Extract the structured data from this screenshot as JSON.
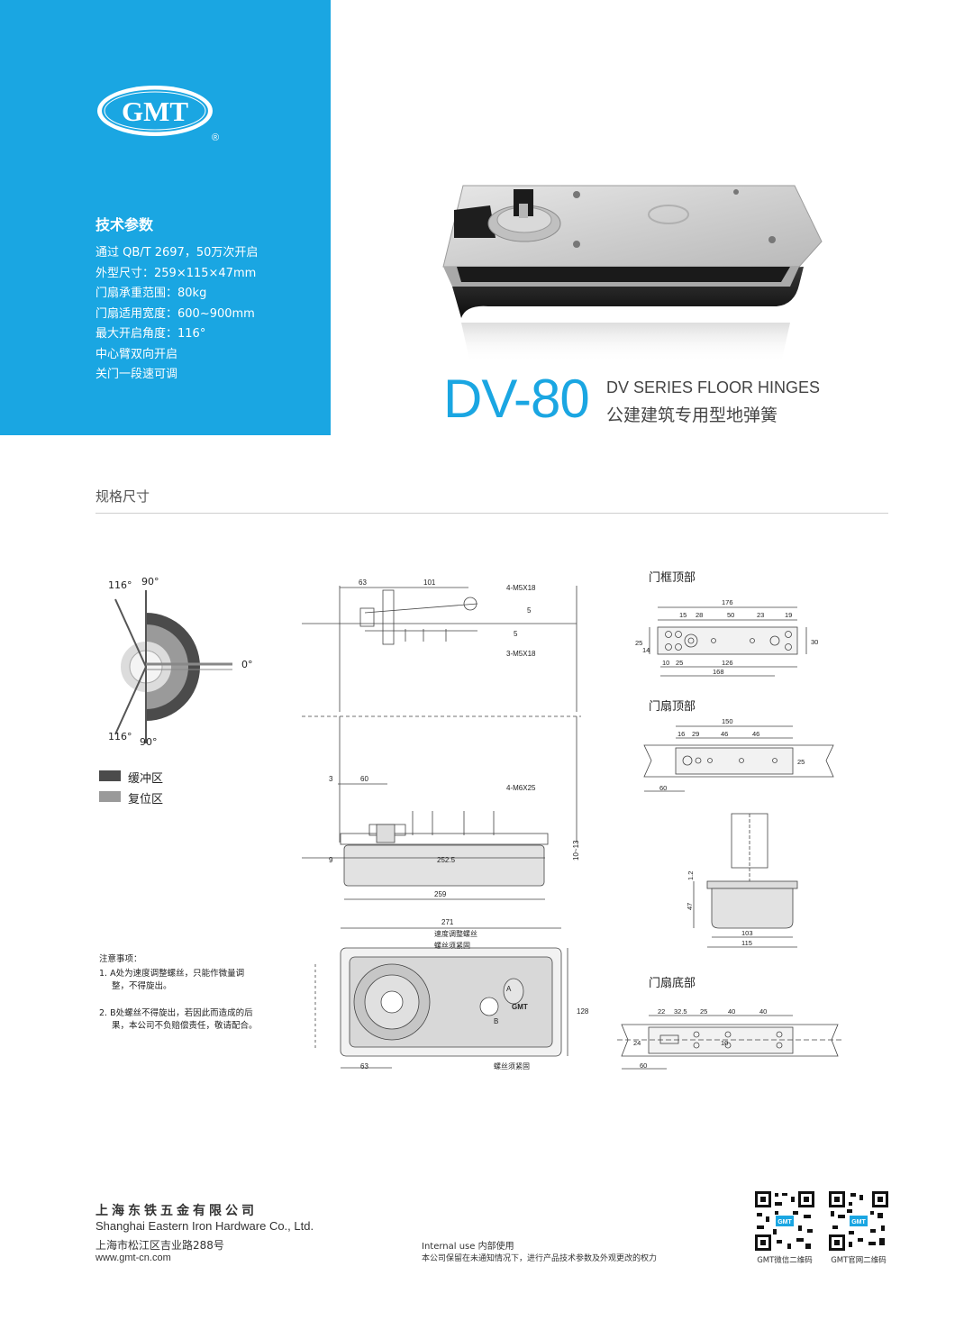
{
  "brand": {
    "logo_text": "GMT",
    "registered": "®"
  },
  "specs": {
    "title": "技术参数",
    "items": [
      "通过  QB/T 2697，50万次开启",
      "外型尺寸：259×115×47mm",
      "门扇承重范围：80kg",
      "门扇适用宽度：600~900mm",
      "最大开启角度：116°",
      "中心臂双向开启",
      "关门一段速可调"
    ]
  },
  "product": {
    "model": "DV-80",
    "series_en": "DV SERIES FLOOR HINGES",
    "series_cn": "公建建筑专用型地弹簧"
  },
  "section": {
    "title": "规格尺寸"
  },
  "angles": {
    "a116_top": "116°",
    "a90_top": "90°",
    "a0": "0°",
    "a116_bottom": "116°",
    "a90_bottom": "90°"
  },
  "legend": [
    {
      "label": "缓冲区",
      "color": "#4b4b4b"
    },
    {
      "label": "复位区",
      "color": "#9a9a9a"
    }
  ],
  "drawings": {
    "frame_top": {
      "title": "门框顶部",
      "d176": "176",
      "d15": "15",
      "d28": "28",
      "d50": "50",
      "d23": "23",
      "d19": "19",
      "d25": "25",
      "d14": "14",
      "d30": "30",
      "d10": "10",
      "d25b": "25",
      "d126": "126",
      "d168": "168"
    },
    "door_top": {
      "title": "门扇顶部",
      "d150": "150",
      "d16": "16",
      "d29": "29",
      "d46a": "46",
      "d46b": "46",
      "d25": "25",
      "d60": "60"
    },
    "door_bottom": {
      "title": "门扇底部",
      "d22": "22",
      "d32_5": "32.5",
      "d25": "25",
      "d40a": "40",
      "d40b": "40",
      "d24": "24",
      "d60": "60",
      "d10": "10"
    },
    "section_view": {
      "d1_2": "1.2",
      "d47": "47",
      "d103": "103",
      "d115": "115"
    },
    "side": {
      "d63": "63",
      "d101": "101",
      "screw1": "4-M5X18",
      "d5a": "5",
      "d5b": "5",
      "screw2": "3-M5X18",
      "d3": "3",
      "d60": "60",
      "screw3": "4-M6X25",
      "d9": "9",
      "d252_5": "252.5",
      "d10_13": "10~13",
      "d259": "259"
    },
    "plan": {
      "d271": "271",
      "note_speed": "速度调整螺丝",
      "note_fix1": "螺丝须紧固",
      "label_a": "A",
      "label_b": "B",
      "d128": "128",
      "d63": "63",
      "note_fix2": "螺丝须紧固",
      "plate_text": "GMT"
    }
  },
  "notes": {
    "title": "注意事项：",
    "items": [
      {
        "num": "1.",
        "line1": "A处为速度调整螺丝，只能作微量调",
        "line2": "整，不得旋出。"
      },
      {
        "num": "2.",
        "line1": "B处螺丝不得旋出，若因此而造成的后",
        "line2": "果，本公司不负赔偿责任，敬请配合。"
      }
    ]
  },
  "footer": {
    "company_cn": "上海东铁五金有限公司",
    "company_en": "Shanghai Eastern Iron Hardware Co., Ltd.",
    "address": "上海市松江区吉业路288号",
    "website": "www.gmt-cn.com",
    "internal": "Internal use 内部使用",
    "rights": "本公司保留在未通知情况下，进行产品技术参数及外观更改的权力",
    "qr1_label": "GMT微信二维码",
    "qr2_label": "GMT官网二维码",
    "qr_badge": "GMT"
  }
}
